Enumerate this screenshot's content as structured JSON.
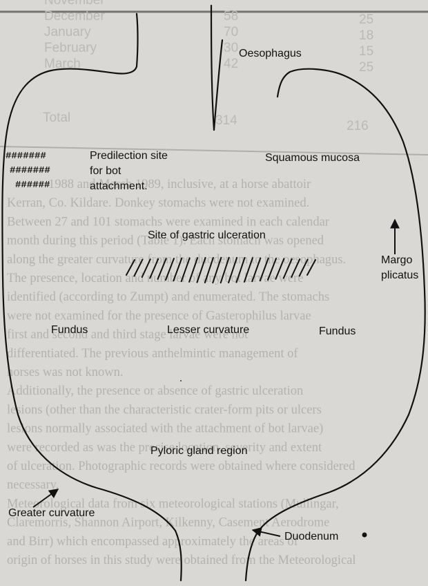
{
  "background_page": {
    "table_rows": [
      {
        "month": "November",
        "a": "",
        "b": ""
      },
      {
        "month": "December",
        "a": "58",
        "b": "25"
      },
      {
        "month": "January",
        "a": "70",
        "b": "18"
      },
      {
        "month": "February",
        "a": "30",
        "b": "15"
      },
      {
        "month": "March",
        "a": "42",
        "b": "25"
      }
    ],
    "table_total": {
      "label": "Total",
      "a": "314",
      "b": "216"
    },
    "text_lines": [
      "1988 and March 1989, inclusive, at a horse abattoir",
      "Kerran, Co. Kildare. Donkey stomachs were not examined.",
      "Between 27 and 101 stomachs were examined in each calendar",
      "month during this period (Table 1). Each stomach was opened",
      "along the greater curvature from the duodenum to the oesophagus.",
      "The presence, location and number of any bot larvae were",
      "identified (according to Zumpt) and enumerated. The stomachs",
      "were not examined for the presence of Gasterophilus larvae",
      "first and second and third stage larvae were not",
      "differentiated. The previous anthelmintic management of",
      "horses was not known.",
      "Additionally, the presence or absence of gastric ulceration",
      "lesions (other than the characteristic crater-form pits or ulcers",
      "lesions normally associated with the attachment of bot larvae)",
      "were recorded as was the precise location, severity and extent",
      "of ulceration. Photographic records were obtained where considered",
      "necessary.",
      "Meteorological data from six meteorological stations (Mullingar,",
      "Claremorris, Shannon Airport, Kilkenny, Casement Aerodrome",
      "and Birr) which encompassed approximately the areas of",
      "origin of horses in this study were obtained from the Meteorological"
    ]
  },
  "diagram": {
    "labels": {
      "oesophagus": "Oesophagus",
      "predilection_line1": "Predilection site",
      "predilection_line2": "for bot",
      "predilection_line3": "attachment.",
      "squamous_mucosa": "Squamous mucosa",
      "site_of_ulceration": "Site of gastric ulceration",
      "margo_line1": "Margo",
      "margo_line2": "plicatus",
      "fundus_left": "Fundus",
      "lesser_curvature": "Lesser curvature",
      "fundus_right": "Fundus",
      "pyloric_gland_region": "Pyloric gland region",
      "greater_curvature": "Greater curvature",
      "duodenum": "Duodenum"
    },
    "hash_marks": [
      "#######",
      "#######",
      "######"
    ],
    "colors": {
      "ink": "#111111",
      "paper": "#d9d8d4",
      "ghost": "#9c9a95"
    }
  }
}
